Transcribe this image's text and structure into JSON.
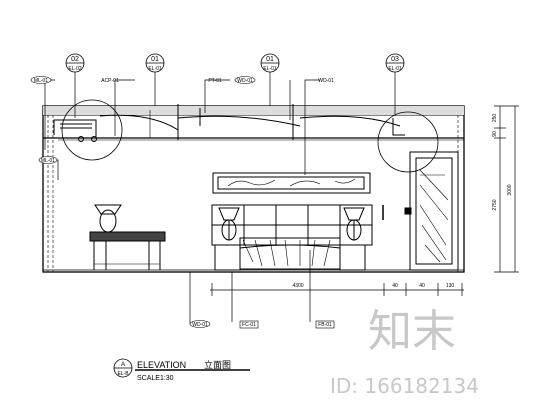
{
  "callouts": [
    {
      "top": "02",
      "bottom": "EL-02"
    },
    {
      "top": "01",
      "bottom": "EL-01"
    },
    {
      "top": "01",
      "bottom": "EL-01"
    },
    {
      "top": "03",
      "bottom": "EL-01"
    }
  ],
  "top_notes": [
    "ML-01",
    "ACP-01",
    "PT-01",
    "WD-01",
    "ML-01",
    "WD-01"
  ],
  "dims": {
    "right_250": "250",
    "right_90": "90",
    "right_2750": "2750",
    "right_3000": "3000",
    "bottom_4300": "4300",
    "bottom_40a": "40",
    "bottom_40b": "40",
    "bottom_130": "130"
  },
  "bottom_notes": [
    "WD-01",
    "FC-01",
    "FB-01"
  ],
  "title_block": {
    "symbol_top": "A",
    "symbol_bottom": "EL-B",
    "title": "ELEVATION",
    "title_cn": "立面图",
    "scale": "SCALE1:30"
  },
  "watermark": {
    "brand": "知末",
    "id": "ID: 166182134"
  }
}
